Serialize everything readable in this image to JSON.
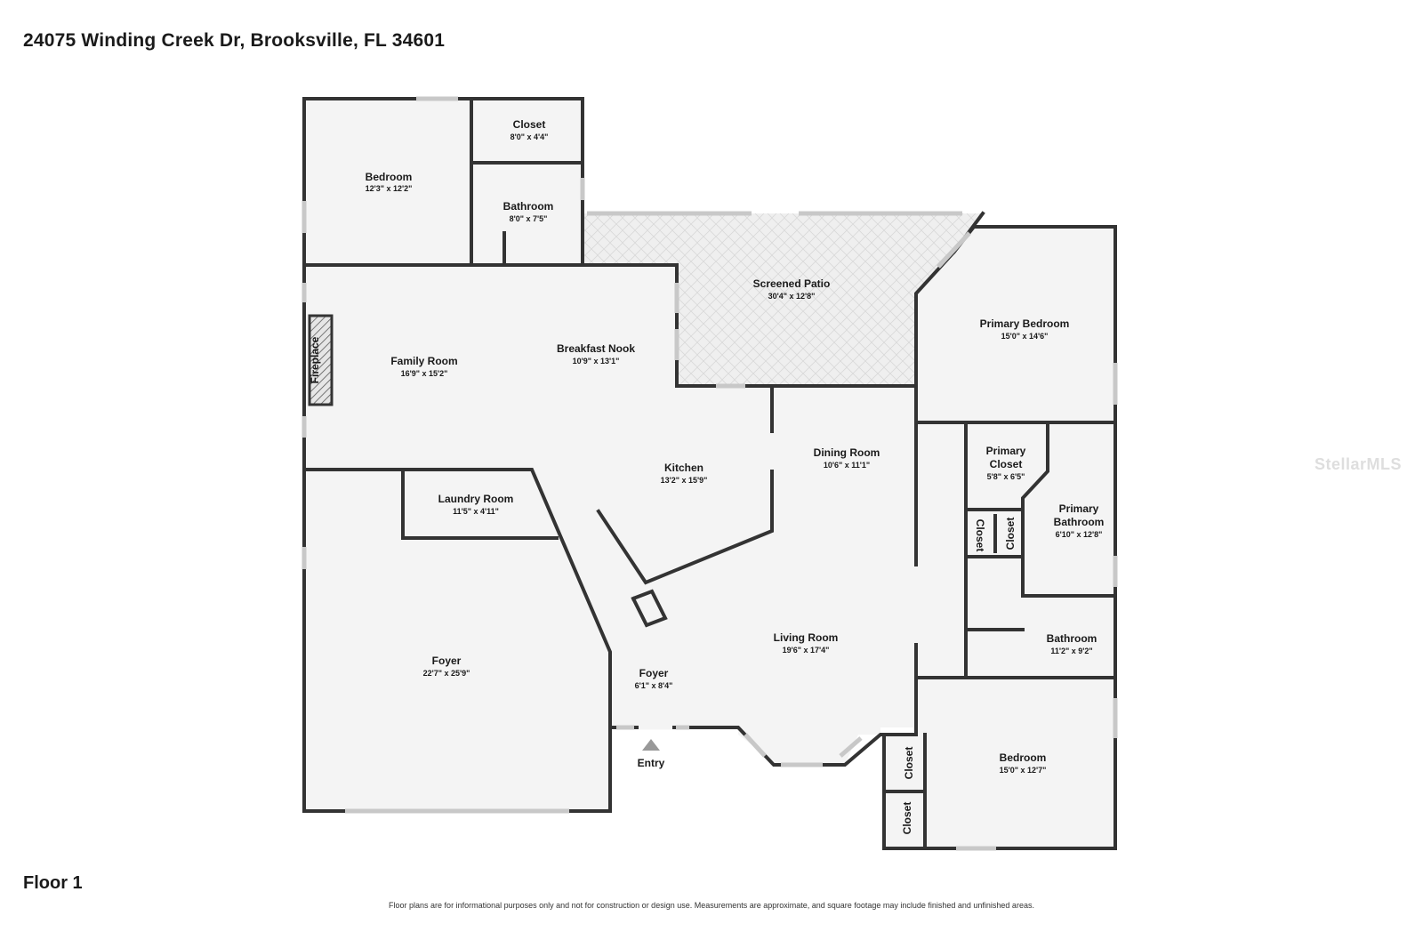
{
  "header": {
    "address": "24075 Winding Creek Dr, Brooksville, FL 34601"
  },
  "floor": {
    "label": "Floor 1"
  },
  "footer": {
    "disclaimer": "Floor plans are for informational purposes only and not for construction or design use. Measurements are approximate, and square footage may include finished and unfinished areas."
  },
  "watermark": {
    "text": "StellarMLS"
  },
  "colors": {
    "floor_fill": "#f4f4f4",
    "wall": "#333333",
    "patio_fill": "#efefef",
    "background": "#ffffff"
  },
  "rooms": {
    "closet_top": {
      "name": "Closet",
      "dims": "8'0\" x 4'4\""
    },
    "bedroom_nw": {
      "name": "Bedroom",
      "dims": "12'3\" x 12'2\""
    },
    "bathroom_top": {
      "name": "Bathroom",
      "dims": "8'0\" x 7'5\""
    },
    "screened_patio": {
      "name": "Screened Patio",
      "dims": "30'4\" x 12'8\""
    },
    "primary_bedroom": {
      "name": "Primary Bedroom",
      "dims": "15'0\" x 14'6\""
    },
    "family_room": {
      "name": "Family Room",
      "dims": "16'9\" x 15'2\""
    },
    "breakfast_nook": {
      "name": "Breakfast Nook",
      "dims": "10'9\" x 13'1\""
    },
    "fireplace": {
      "name": "Fireplace"
    },
    "dining_room": {
      "name": "Dining Room",
      "dims": "10'6\" x 11'1\""
    },
    "kitchen": {
      "name": "Kitchen",
      "dims": "13'2\" x 15'9\""
    },
    "primary_closet": {
      "name_line1": "Primary",
      "name_line2": "Closet",
      "dims": "5'8\" x 6'5\""
    },
    "laundry_room": {
      "name": "Laundry Room",
      "dims": "11'5\" x 4'11\""
    },
    "primary_bathroom": {
      "name_line1": "Primary",
      "name_line2": "Bathroom",
      "dims": "6'10\" x 12'8\""
    },
    "closet_mid_a": {
      "name": "Closet"
    },
    "closet_mid_b": {
      "name": "Closet"
    },
    "living_room": {
      "name": "Living Room",
      "dims": "19'6\" x 17'4\""
    },
    "bathroom_east": {
      "name": "Bathroom",
      "dims": "11'2\" x 9'2\""
    },
    "foyer_large": {
      "name": "Foyer",
      "dims": "22'7\" x 25'9\""
    },
    "foyer_small": {
      "name": "Foyer",
      "dims": "6'1\" x 8'4\""
    },
    "entry": {
      "name": "Entry"
    },
    "bedroom_se": {
      "name": "Bedroom",
      "dims": "15'0\" x 12'7\""
    },
    "closet_low_a": {
      "name": "Closet"
    },
    "closet_low_b": {
      "name": "Closet"
    }
  }
}
